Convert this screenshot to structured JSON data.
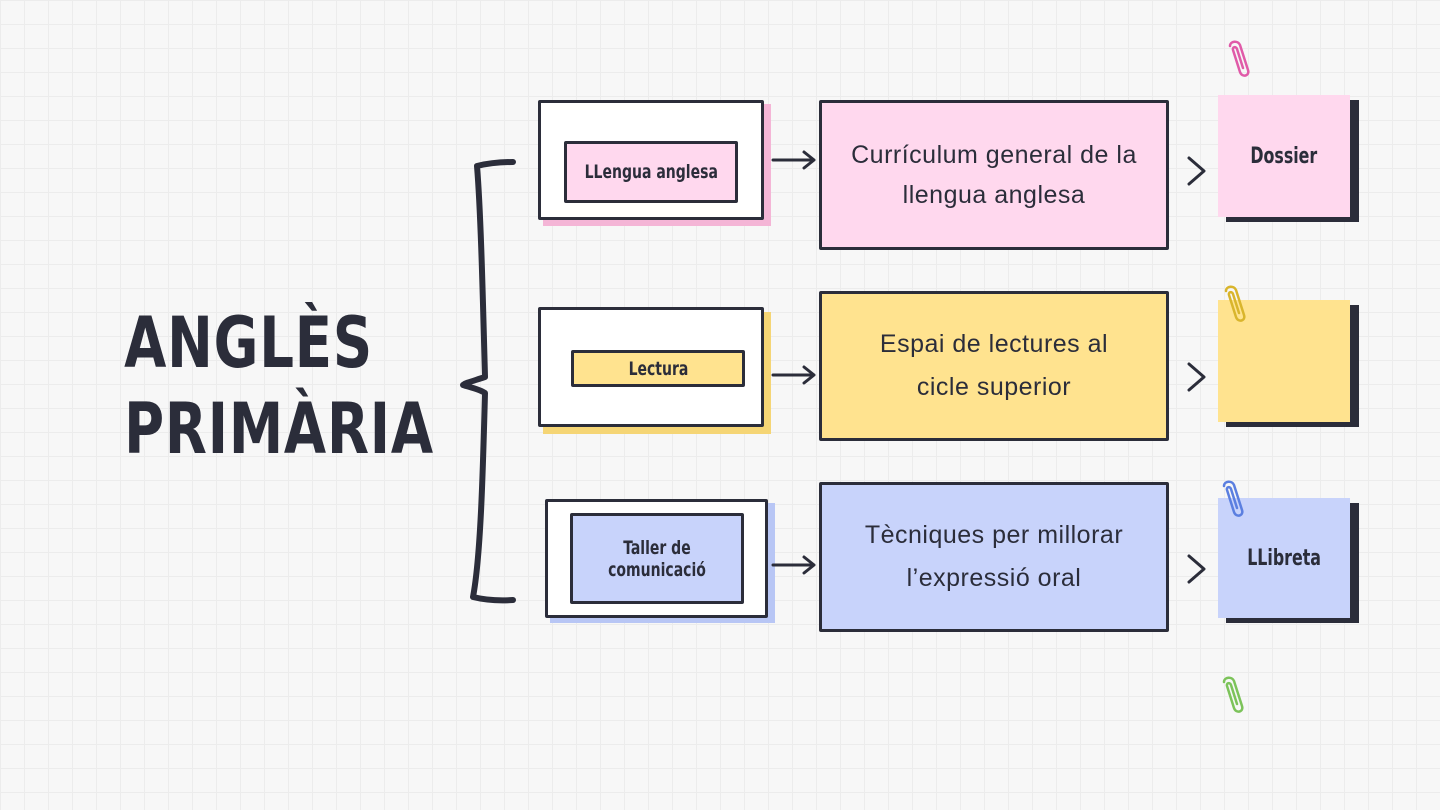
{
  "title": {
    "line1": "ANGLÈS",
    "line2": "PRIMÀRIA"
  },
  "colors": {
    "pink": "#ffd8ee",
    "yellow": "#ffe38f",
    "blue": "#c8d3fb",
    "ink": "#2b2d3a"
  },
  "rows": [
    {
      "label": "LLengua anglesa",
      "description": "Currículum general de la llengua anglesa",
      "note": "Dossier",
      "clip_color": "#e05aa8"
    },
    {
      "label": "Lectura",
      "description": "Espai de lectures al cicle superior",
      "note": "",
      "clip_color": "#d9b52c"
    },
    {
      "label": "Taller de comunicació",
      "description": "Tècniques per millorar l’expressió oral",
      "note": "LLibreta",
      "clip_color": "#5b7fe0"
    }
  ],
  "extra_clip_color": "#7cc35a"
}
